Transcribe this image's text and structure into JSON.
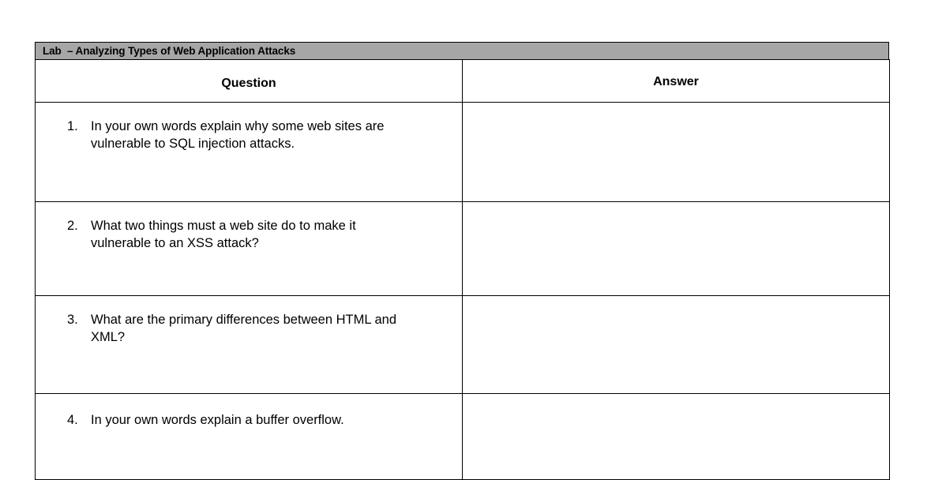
{
  "document": {
    "background_color": "#ffffff",
    "title_bar": {
      "text": "Lab  – Analyzing Types of Web Application Attacks",
      "background_color": "#a6a6a6",
      "border_color": "#000000"
    },
    "table": {
      "columns": [
        {
          "key": "question",
          "header": "Question"
        },
        {
          "key": "answer",
          "header": "Answer"
        }
      ],
      "rows": [
        {
          "number": "1.",
          "question": "In your own words explain why some web sites are\nvulnerable to SQL injection attacks.",
          "answer": ""
        },
        {
          "number": "2.",
          "question": "What two things must a web site do to make it\nvulnerable to an XSS attack?",
          "answer": ""
        },
        {
          "number": "3.",
          "question": "What are the primary differences between HTML and\nXML?",
          "answer": ""
        },
        {
          "number": "4.",
          "question": "In your own words explain a buffer overflow.",
          "answer": ""
        }
      ]
    }
  }
}
